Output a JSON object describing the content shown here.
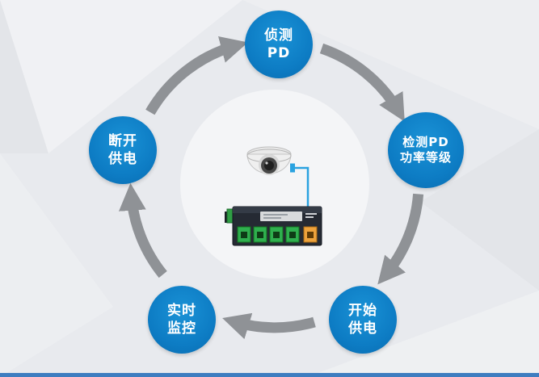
{
  "colors": {
    "bg": "#e8eaee",
    "node_blue": "#0d7cc4",
    "arrow_gray": "#8f9296",
    "accent": "#3e7dc0"
  },
  "diagram": {
    "type": "cycle",
    "direction": "clockwise",
    "nodes": [
      {
        "id": "detect-pd",
        "line1": "侦测",
        "line2": "PD"
      },
      {
        "id": "detect-pd-power-class",
        "line1": "检测PD",
        "line2": "功率等级"
      },
      {
        "id": "start-power-supply",
        "line1": "开始",
        "line2": "供电"
      },
      {
        "id": "realtime-monitoring",
        "line1": "实时",
        "line2": "监控"
      },
      {
        "id": "disconnect-power",
        "line1": "断开",
        "line2": "供电"
      }
    ]
  },
  "center": {
    "devices": [
      {
        "icon": "dome-camera-icon"
      },
      {
        "icon": "poe-switch-icon"
      }
    ],
    "connector_color": "#2aa2e0"
  }
}
